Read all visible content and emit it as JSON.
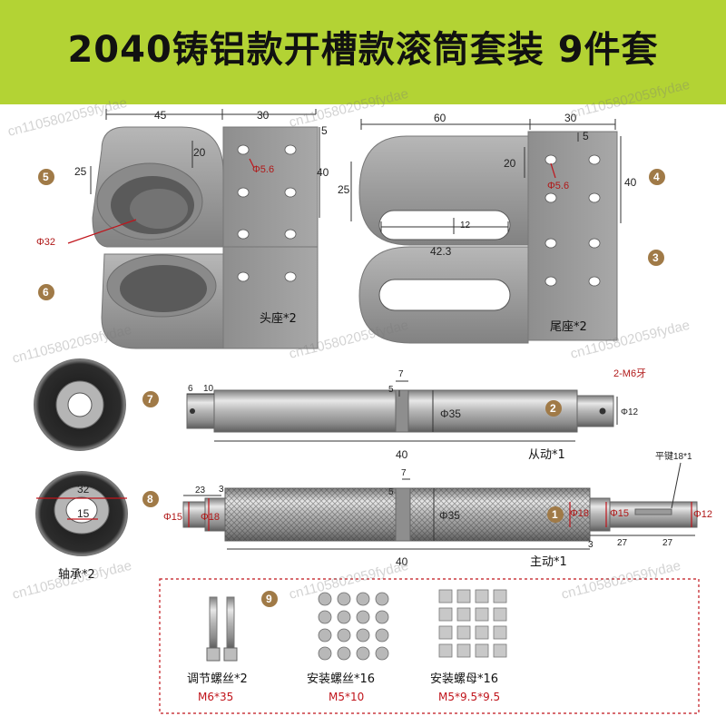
{
  "title": "2040铸铝款开槽款滚筒套装 9件套",
  "watermark": "cn1105802059fydae",
  "badges": {
    "b1": "1",
    "b2": "2",
    "b3": "3",
    "b4": "4",
    "b5": "5",
    "b6": "6",
    "b7": "7",
    "b8": "8",
    "b9": "9"
  },
  "head_seat": {
    "label": "头座*2",
    "dim_width": "45",
    "dim_plate": "30",
    "dim_top": "5",
    "dim_20": "20",
    "dim_25": "25",
    "dim_40": "40",
    "dim_hole": "Φ5.6",
    "dim_bore": "Φ32"
  },
  "tail_seat": {
    "label": "尾座*2",
    "dim_width": "60",
    "dim_plate": "30",
    "dim_top": "5",
    "dim_20": "20",
    "dim_25": "25",
    "dim_40": "40",
    "dim_hole": "Φ5.6",
    "dim_slot": "12",
    "dim_slot_len": "42.3"
  },
  "driven_roller": {
    "label": "从动*1",
    "dim_6": "6",
    "dim_10": "10",
    "dim_7": "7",
    "dim_5": "5",
    "dim_dia": "Φ35",
    "dim_len": "40",
    "dim_end": "Φ12",
    "dim_thread": "2-M6牙"
  },
  "drive_roller": {
    "label": "主动*1",
    "dim_23": "23",
    "dim_3a": "3",
    "dim_7": "7",
    "dim_5": "5",
    "dim_d15a": "Φ15",
    "dim_d18a": "Φ18",
    "dim_dia": "Φ35",
    "dim_len": "40",
    "dim_3b": "3",
    "dim_d18b": "Φ18",
    "dim_d15b": "Φ15",
    "dim_27a": "27",
    "dim_27b": "27",
    "dim_d12": "Φ12",
    "dim_key": "平键18*1"
  },
  "bearing": {
    "label": "轴承*2",
    "dim_outer": "32",
    "dim_inner": "15"
  },
  "hardware": {
    "bolt_label": "调节螺丝*2",
    "bolt_spec": "M6*35",
    "screw_label": "安装螺丝*16",
    "screw_spec": "M5*10",
    "nut_label": "安装螺母*16",
    "nut_spec": "M5*9.5*9.5"
  },
  "colors": {
    "banner": "#b3d334",
    "badge": "#a07a47",
    "badge_red": "#c0141b",
    "aluminium": "#9a9a9a",
    "steel": "#c8c8c8"
  }
}
